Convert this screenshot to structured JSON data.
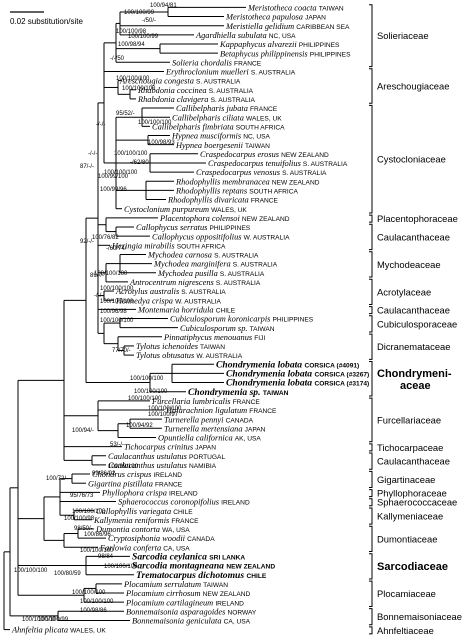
{
  "scale_label": "0.02 substitution/site",
  "taxa": [
    {
      "name": "Meristotheca coacta",
      "loc": "TAIWAN"
    },
    {
      "name": "Meristotheca papulosa",
      "loc": "JAPAN"
    },
    {
      "name": "Meristiella gelidium",
      "loc": "CARIBBEAN SEA"
    },
    {
      "name": "Agardhiella subulata",
      "loc": "NC, USA"
    },
    {
      "name": "Kappaphycus alvarezii",
      "loc": "PHILIPPINES"
    },
    {
      "name": "Betaphycus philippinensis",
      "loc": "PHILIPPINES"
    },
    {
      "name": "Solieria chordalis",
      "loc": "FRANCE"
    },
    {
      "name": "Erythroclonium muelleri",
      "loc": "S. AUSTRALIA"
    },
    {
      "name": "Areschougia congesta",
      "loc": "S. AUSTRALIA"
    },
    {
      "name": "Rhabdonia coccinea",
      "loc": "S. AUSTRALIA"
    },
    {
      "name": "Rhabdonia clavigera",
      "loc": "S. AUSTRALIA"
    },
    {
      "name": "Callibelpharis jubata",
      "loc": "FRANCE"
    },
    {
      "name": "Callibelpharis ciliata",
      "loc": "WALES, UK"
    },
    {
      "name": "Callibelpharis fimbriata",
      "loc": "SOUTH AFRICA"
    },
    {
      "name": "Hypnea musciformis",
      "loc": "NC, USA"
    },
    {
      "name": "Hypnea boergesenii",
      "loc": "TAIWAN"
    },
    {
      "name": "Craspedocarpus erosus",
      "loc": "NEW ZEALAND"
    },
    {
      "name": "Craspedocarpus tenuifolius",
      "loc": "S. AUSTRALIA"
    },
    {
      "name": "Craspedocarpus venosus",
      "loc": "S. AUSTRALIA"
    },
    {
      "name": "Rhodophyllis membranacea",
      "loc": "NEW ZEALAND"
    },
    {
      "name": "Rhodophyllis reptans",
      "loc": "SOUTH AFRICA"
    },
    {
      "name": "Rhodophyllis divaricata",
      "loc": "FRANCE"
    },
    {
      "name": "Cystoclonium purpureum",
      "loc": "WALES, UK"
    },
    {
      "name": "Placentophora colensoi",
      "loc": "NEW ZEALAND"
    },
    {
      "name": "Callophycus serratus",
      "loc": "PHILIPPINES"
    },
    {
      "name": "Callophycus oppositifolius",
      "loc": "W. AUSTRALIA"
    },
    {
      "name": "Heringia mirabilis",
      "loc": "SOUTH AFRICA"
    },
    {
      "name": "Mychodea carnosa",
      "loc": "S. AUSTRALIA"
    },
    {
      "name": "Mychodea marginifera",
      "loc": "S. AUSTRALIA"
    },
    {
      "name": "Mychodea pusilla",
      "loc": "S. AUSTRALIA"
    },
    {
      "name": "Antrocentrum nigrescens",
      "loc": "S. AUSTRALIA"
    },
    {
      "name": "Acrotylus australis",
      "loc": "S. AUSTRALIA"
    },
    {
      "name": "Hennedya crispa",
      "loc": "W. AUSTRALIA"
    },
    {
      "name": "Montemaria horridula",
      "loc": "CHILE"
    },
    {
      "name": "Cubiculosporum koronicarpis",
      "loc": "PHILIPPINES"
    },
    {
      "name": "Cubiculosporum sp.",
      "loc": "TAIWAN"
    },
    {
      "name": "Pinnatiphycus menouanus",
      "loc": "FIJI"
    },
    {
      "name": "Tylotus ichenoides",
      "loc": "TAIWAN"
    },
    {
      "name": "Tylotus obtusatus",
      "loc": "W. AUSTRALIA"
    },
    {
      "name": "Chondrymenia lobata",
      "loc": "CORSICA",
      "note": "(#4091)",
      "bold": true
    },
    {
      "name": "Chondrymenia lobata",
      "loc": "CORSICA",
      "note": "(#3267)",
      "bold": true
    },
    {
      "name": "Chondrymenia lobata",
      "loc": "CORSICA",
      "note": "(#3174)",
      "bold": true
    },
    {
      "name": "Chondrymenia sp.",
      "loc": "TAIWAN",
      "bold": true
    },
    {
      "name": "Furcellaria lumbricalis",
      "loc": "FRANCE"
    },
    {
      "name": "Halarachnion ligulatum",
      "loc": "FRANCE"
    },
    {
      "name": "Turnerella pennyi",
      "loc": "CANADA"
    },
    {
      "name": "Turnerella mertensiana",
      "loc": "JAPAN"
    },
    {
      "name": "Opuntiella californica",
      "loc": "AK, USA"
    },
    {
      "name": "Tichocarpus crinitus",
      "loc": "JAPAN"
    },
    {
      "name": "Caulacanthus ustulatus",
      "loc": "PORTUGAL"
    },
    {
      "name": "Caulacanthus ustulatus",
      "loc": "NAMIBIA"
    },
    {
      "name": "Chondrus crispus",
      "loc": "IRELAND"
    },
    {
      "name": "Gigartina pistillata",
      "loc": "FRANCE"
    },
    {
      "name": "Phyllophora crispa",
      "loc": "IRELAND"
    },
    {
      "name": "Sphaerococcus coronopifolius",
      "loc": "IRELAND"
    },
    {
      "name": "Callophyllis variegata",
      "loc": "CHILE"
    },
    {
      "name": "Kallymenia reniformis",
      "loc": "FRANCE"
    },
    {
      "name": "Dumontia contorta",
      "loc": "WA, USA"
    },
    {
      "name": "Cryptosiphonia woodii",
      "loc": "CANADA"
    },
    {
      "name": "Farlowia conferta",
      "loc": "CA, USA"
    },
    {
      "name": "Sarcodia ceylanica",
      "loc": "SRI LANKA",
      "bold": true
    },
    {
      "name": "Sarcodia montagneana",
      "loc": "NEW ZEALAND",
      "bold": true
    },
    {
      "name": "Trematocarpus dichotomus",
      "loc": "CHILE",
      "bold": true
    },
    {
      "name": "Plocamium serrulatum",
      "loc": "TAIWAN"
    },
    {
      "name": "Plocamium cirrhosum",
      "loc": "NEW ZEALAND"
    },
    {
      "name": "Plocamium cartilagineum",
      "loc": "IRELAND"
    },
    {
      "name": "Bonnemaisonia asparagoides",
      "loc": "NORWAY"
    },
    {
      "name": "Bonnemaisonia geniculata",
      "loc": "CA, USA"
    },
    {
      "name": "Ahnfeltia plicata",
      "loc": "WALES, UK"
    }
  ],
  "families": [
    {
      "label": "Solieriaceae",
      "from": 0,
      "to": 6
    },
    {
      "label": "Areschougiaceae",
      "from": 7,
      "to": 10
    },
    {
      "label": "Cystocloniaceae",
      "from": 11,
      "to": 22
    },
    {
      "label": "Placentophoraceae",
      "from": 23,
      "to": 23
    },
    {
      "label": "Caulacanthaceae",
      "from": 24,
      "to": 26
    },
    {
      "label": "Mychodeaceae",
      "from": 27,
      "to": 29
    },
    {
      "label": "Acrotylaceae",
      "from": 30,
      "to": 32
    },
    {
      "label": "Caulacanthaceae",
      "from": 33,
      "to": 33
    },
    {
      "label": "Cubiculosporaceae",
      "from": 34,
      "to": 35
    },
    {
      "label": "Dicranemataceae",
      "from": 36,
      "to": 38
    },
    {
      "label": "Chondrymeni-",
      "label2": "aceae",
      "from": 39,
      "to": 42,
      "bold": true
    },
    {
      "label": "Furcellariaceae",
      "from": 43,
      "to": 47
    },
    {
      "label": "Tichocarpaceae",
      "from": 48,
      "to": 48
    },
    {
      "label": "Caulacanthaceae",
      "from": 49,
      "to": 50
    },
    {
      "label": "Gigartinaceae",
      "from": 51,
      "to": 52
    },
    {
      "label": "Phyllophoraceae",
      "from": 53,
      "to": 53
    },
    {
      "label": "Sphaerococcaceae",
      "from": 54,
      "to": 54
    },
    {
      "label": "Kallymeniaceae",
      "from": 55,
      "to": 56
    },
    {
      "label": "Dumontiaceae",
      "from": 57,
      "to": 59
    },
    {
      "label": "Sarcodiaceae",
      "from": 60,
      "to": 62,
      "bold": true
    },
    {
      "label": "Plocamiaceae",
      "from": 63,
      "to": 65
    },
    {
      "label": "Bonnemaisoniaceae",
      "from": 66,
      "to": 67
    },
    {
      "label": "Ahnfeltiaceae",
      "from": 68,
      "to": 68
    }
  ],
  "supports": [
    "100/94/81",
    "100/100/99",
    "-/50/-",
    "100/100/98",
    "100/100/99",
    "100/98/94",
    "-/-/50",
    "100/100/100",
    "100/100/100",
    "95/52/-",
    "-/-/-",
    "100/100/100",
    "100/98/93",
    "100/100/100",
    "-/62/80",
    "100/100/100",
    "100/99/100",
    "100/99/96",
    "87/-/-",
    "-/-/-",
    "92/-/-",
    "100/76/82",
    "-/60/74/",
    "100/100/100",
    "100/100/100",
    "100/100/100",
    "89/-/-",
    "100/100/100",
    "-/-/-",
    "100/96/98",
    "77/70/-",
    "100/100/100",
    "100/100/100",
    "100/100/100",
    "100/100/100",
    "100/100/97",
    "100/94/-",
    "100/94/92",
    "53/-/-",
    "100/99/100",
    "99/86/92",
    "100/72/-",
    "95/76/73",
    "100/100/100",
    "100/100/98",
    "98/50/-",
    "100/86/96",
    "100/100/100",
    "98/84",
    "100/100/100",
    "100/80/59",
    "100/100/100",
    "100/100/100",
    "100/100/100",
    "100/98/86",
    "100/100/100",
    "100/100/99"
  ]
}
